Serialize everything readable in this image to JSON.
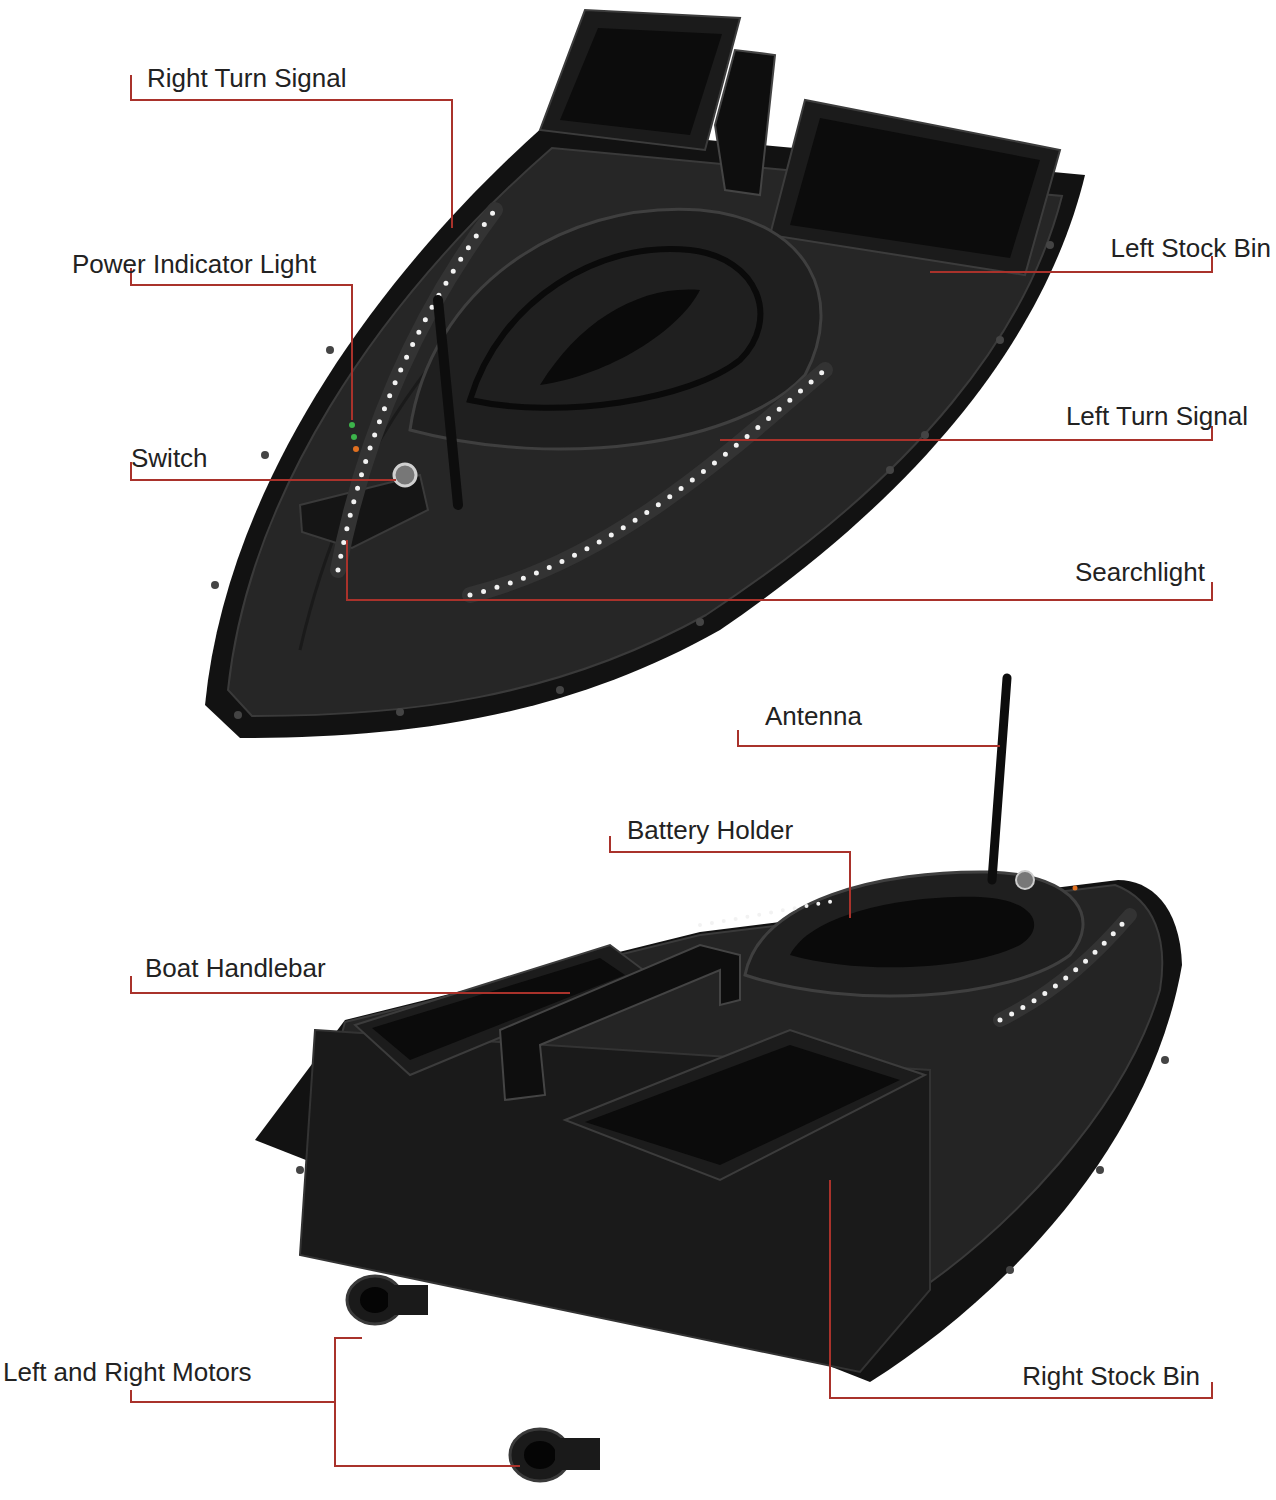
{
  "diagram": {
    "labels": [
      "Right Turn Signal",
      "Power Indicator Light",
      "Switch",
      "Left Stock Bin",
      "Left Turn Signal",
      "Searchlight",
      "Antenna",
      "Battery Holder",
      "Boat Handlebar",
      "Left and Right Motors",
      "Right Stock Bin"
    ]
  }
}
